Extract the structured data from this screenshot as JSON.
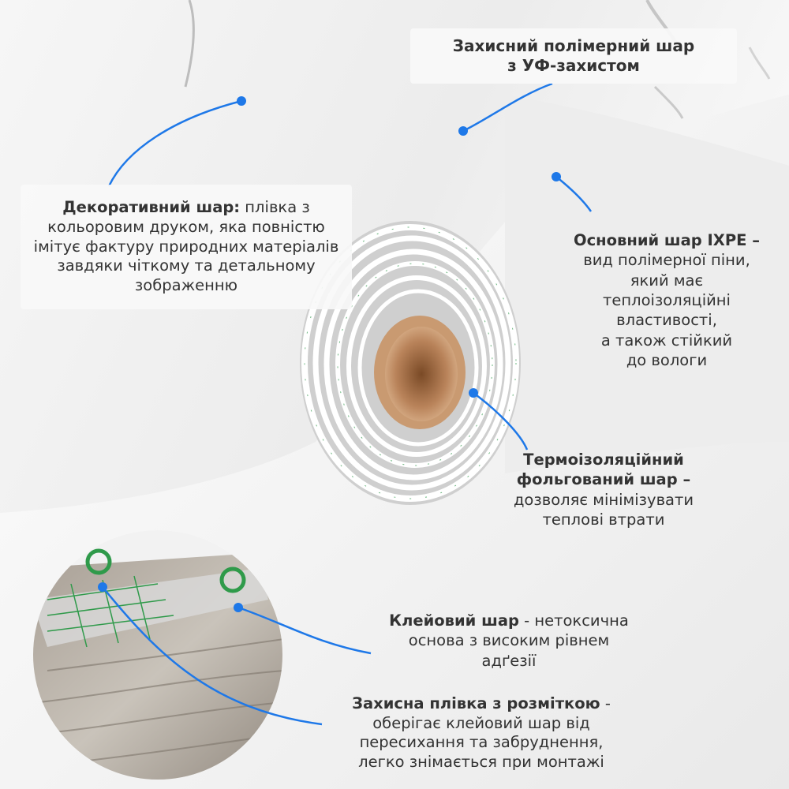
{
  "accent_color": "#1e78e8",
  "labels": {
    "uv_layer": {
      "line1": "Захисний полімерний шар",
      "line2": "з УФ-захистом"
    },
    "decorative_layer": {
      "bold": "Декоративний шар:",
      "rest": " плівка з кольоровим друком, яка повністю імітує фактуру природних матеріалів завдяки чіткому та детальному зображенню"
    },
    "ixpe_layer": {
      "bold": "Основний шар IXPE –",
      "lines": [
        "вид полімерної піни,",
        "який має",
        "теплоізоляційні",
        "властивості,",
        "а також стійкий",
        "до вологи"
      ]
    },
    "foil_layer": {
      "bold_lines": [
        "Термоізоляційний",
        "фольгований шар –"
      ],
      "lines": [
        "дозволяє мінімізувати",
        "теплові втрати"
      ]
    },
    "adhesive_layer": {
      "bold": "Клейовий шар",
      "first_rest": " - нетоксична",
      "lines": [
        "основа з високим рівнем",
        "адґезії"
      ]
    },
    "protective_film": {
      "bold": "Захисна плівка з розміткою",
      "first_rest": " -",
      "lines": [
        "оберігає клейовий шар від",
        "пересихання та забруднення,",
        "легко знімається при монтажі"
      ]
    }
  }
}
